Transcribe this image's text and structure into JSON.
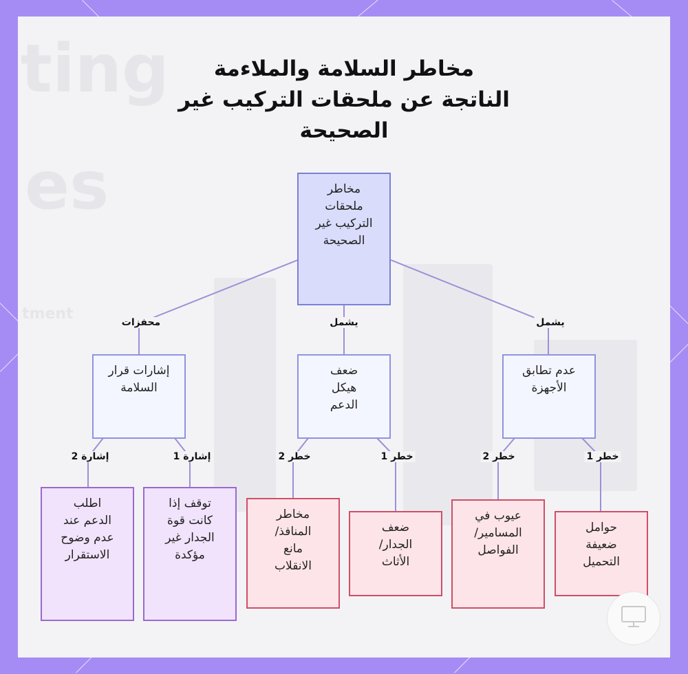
{
  "title": {
    "line1": "مخاطر السلامة والملاءمة",
    "line2": "الناتجة عن ملحقات التركيب غير",
    "line3": "الصحيحة"
  },
  "root": {
    "line1": "مخاطر",
    "line2": "ملحقات",
    "line3": "التركيب غير",
    "line4": "الصحيحة"
  },
  "categories": [
    {
      "label_lines": [
        "إشارات قرار",
        "السلامة"
      ],
      "edge_label": "محفزات"
    },
    {
      "label_lines": [
        "ضعف",
        "هيكل",
        "الدعم"
      ],
      "edge_label": "يشمل"
    },
    {
      "label_lines": [
        "عدم تطابق",
        "الأجهزة"
      ],
      "edge_label": "يشمل"
    }
  ],
  "leaves": [
    {
      "lines": [
        "اطلب",
        "الدعم عند",
        "عدم وضوح",
        "الاستقرار"
      ],
      "edge_label": "إشارة 2"
    },
    {
      "lines": [
        "توقف إذا",
        "كانت قوة",
        "الجدار غير",
        "مؤكدة"
      ],
      "edge_label": "إشارة 1"
    },
    {
      "lines": [
        "مخاطر",
        "المنافذ/",
        "مانع",
        "الانقلاب"
      ],
      "edge_label": "خطر 2"
    },
    {
      "lines": [
        "ضعف",
        "الجدار/",
        "الأثاث"
      ],
      "edge_label": "خطر 1"
    },
    {
      "lines": [
        "عيوب في",
        "المسامير/",
        "الفواصل"
      ],
      "edge_label": "خطر 2"
    },
    {
      "lines": [
        "حوامل",
        "ضعيفة",
        "التحميل"
      ],
      "edge_label": "خطر 1"
    }
  ],
  "background": {
    "watermark_1": "ting",
    "watermark_2": "es",
    "watermark_3": "tment"
  },
  "icons": {
    "badge": "monitor-icon"
  },
  "colors": {
    "frame": "#a48cf4",
    "root_fill": "#d9dcfb",
    "category_fill": "#f4f6ff",
    "risk_fill": "#fde4e8",
    "risk_border": "#cf4e67",
    "sign_fill": "#f0e3fb",
    "sign_border": "#9c68d0",
    "edge": "#9d8fd8"
  }
}
